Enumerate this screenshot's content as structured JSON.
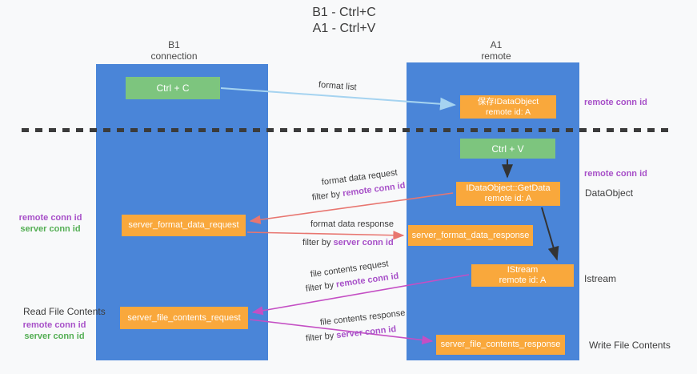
{
  "title": {
    "line1": "B1 - Ctrl+C",
    "line2": "A1 - Ctrl+V"
  },
  "columns": {
    "left": {
      "name": "B1",
      "sub": "connection"
    },
    "right": {
      "name": "A1",
      "sub": "remote"
    }
  },
  "nodes": {
    "ctrl_c": "Ctrl + C",
    "ctrl_v": "Ctrl + V",
    "save_dataobject": {
      "line1": "保存IDataObject",
      "line2": "remote id: A"
    },
    "getdata": {
      "line1": "IDataObject::GetData",
      "line2": "remote id: A"
    },
    "istream": {
      "line1": "IStream",
      "line2": "remote id: A"
    },
    "format_request": "server_format_data_request",
    "format_response": "server_format_data_response",
    "file_request": "server_file_contents_request",
    "file_response": "server_file_contents_response"
  },
  "edge_labels": {
    "format_list": "format list",
    "format_data_request": "format data request",
    "format_data_response": "format data response",
    "file_contents_request": "file contents request",
    "file_contents_response": "file contents response",
    "filter_by": "filter by ",
    "remote_conn_id": "remote conn id",
    "server_conn_id": "server conn id"
  },
  "side_labels": {
    "remote_conn_id": "remote conn id",
    "server_conn_id": "server conn id",
    "dataobject": "DataObject",
    "istream": "Istream",
    "read_file_contents": "Read File Contents",
    "write_file_contents": "Write File Contents"
  },
  "colors": {
    "background": "#f8f9fa",
    "column_blue": "#4a85d8",
    "box_orange": "#f9a83c",
    "box_green": "#7dc57e",
    "text_dark": "#3c3c3c",
    "purple": "#a750c8",
    "green_text": "#53ae53",
    "arrow_red": "#e87670",
    "arrow_magenta": "#c44fc4",
    "arrow_blue": "#a5d3f0",
    "arrow_black": "#333333",
    "dash": "#3b3b3b"
  }
}
